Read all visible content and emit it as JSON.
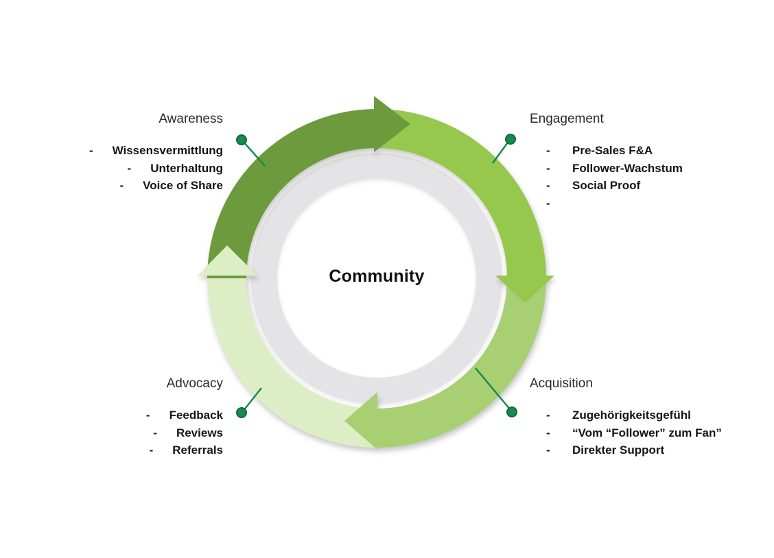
{
  "center_label": "Community",
  "bullet_char": "-",
  "sections": {
    "awareness": {
      "title": "Awareness",
      "items": [
        "Wissensvermittlung",
        "Unterhaltung",
        "Voice of Share"
      ]
    },
    "engagement": {
      "title": "Engagement",
      "items": [
        "Pre-Sales F&A",
        "Follower-Wachstum",
        "Social Proof",
        ""
      ]
    },
    "acquisition": {
      "title": "Acquisition",
      "items": [
        "Zugehörigkeitsgefühl",
        "“Vom “Follower” zum Fan”",
        "Direkter Support"
      ]
    },
    "advocacy": {
      "title": "Advocacy",
      "items": [
        "Feedback",
        "Reviews",
        "Referrals"
      ]
    }
  },
  "colors": {
    "arc_awareness": "#6d9a3c",
    "arc_engagement": "#95c84c",
    "arc_acquisition": "#a8cf72",
    "arc_advocacy": "#ddeec6",
    "inner_ring": "#e4e4e6",
    "connector": "#178a50",
    "connector_dark": "#0d6b3e",
    "text_title": "#2b2b2b",
    "text_item": "#141414"
  }
}
